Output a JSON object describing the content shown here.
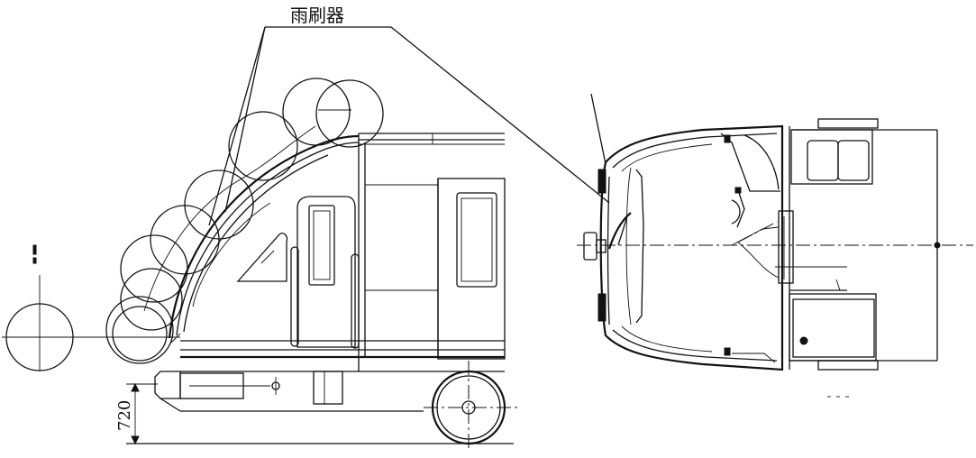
{
  "callout": {
    "wiper_label": "雨刷器"
  },
  "dimension": {
    "height_label": "720"
  },
  "icons": [
    "wiper-callout",
    "wheel",
    "coupler",
    "headlight"
  ]
}
